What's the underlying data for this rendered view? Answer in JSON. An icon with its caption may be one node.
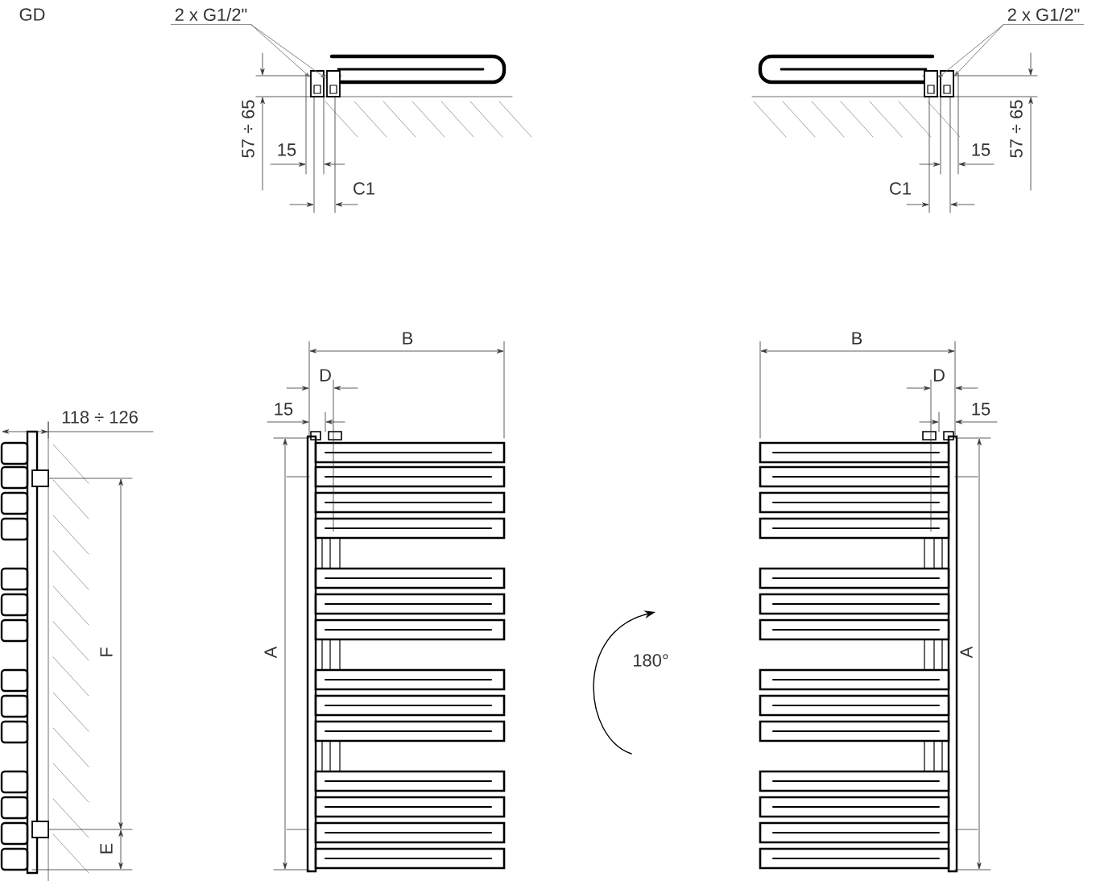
{
  "diagram": {
    "nodes": [
      {
        "text": [
          "2 x G1/2\""
        ]
      },
      {
        "text": [
          "2 x G1/2\""
        ]
      },
      {
        "text": [],
        "shape": "box"
      },
      {
        "text": [],
        "shape": "box"
      },
      {
        "text": [],
        "shape": "box"
      },
      {
        "text": [],
        "shape": "box"
      }
    ],
    "edges": [
      {
        "from": 0,
        "to": 2,
        "arrow": "to"
      },
      {
        "from": 0,
        "to": 3,
        "arrow": "to"
      },
      {
        "from": 1,
        "to": 4,
        "arrow": "to"
      },
      {
        "from": 1,
        "to": 5,
        "arrow": "to"
      }
    ],
    "labels": [
      "GD",
      "57 ÷ 65",
      "15",
      "C1",
      "57 ÷ 65",
      "15",
      "C1",
      "118 ÷ 126",
      "F",
      "E",
      "B",
      "D",
      "15",
      "A",
      "180°",
      "B",
      "D",
      "15",
      "A"
    ]
  }
}
